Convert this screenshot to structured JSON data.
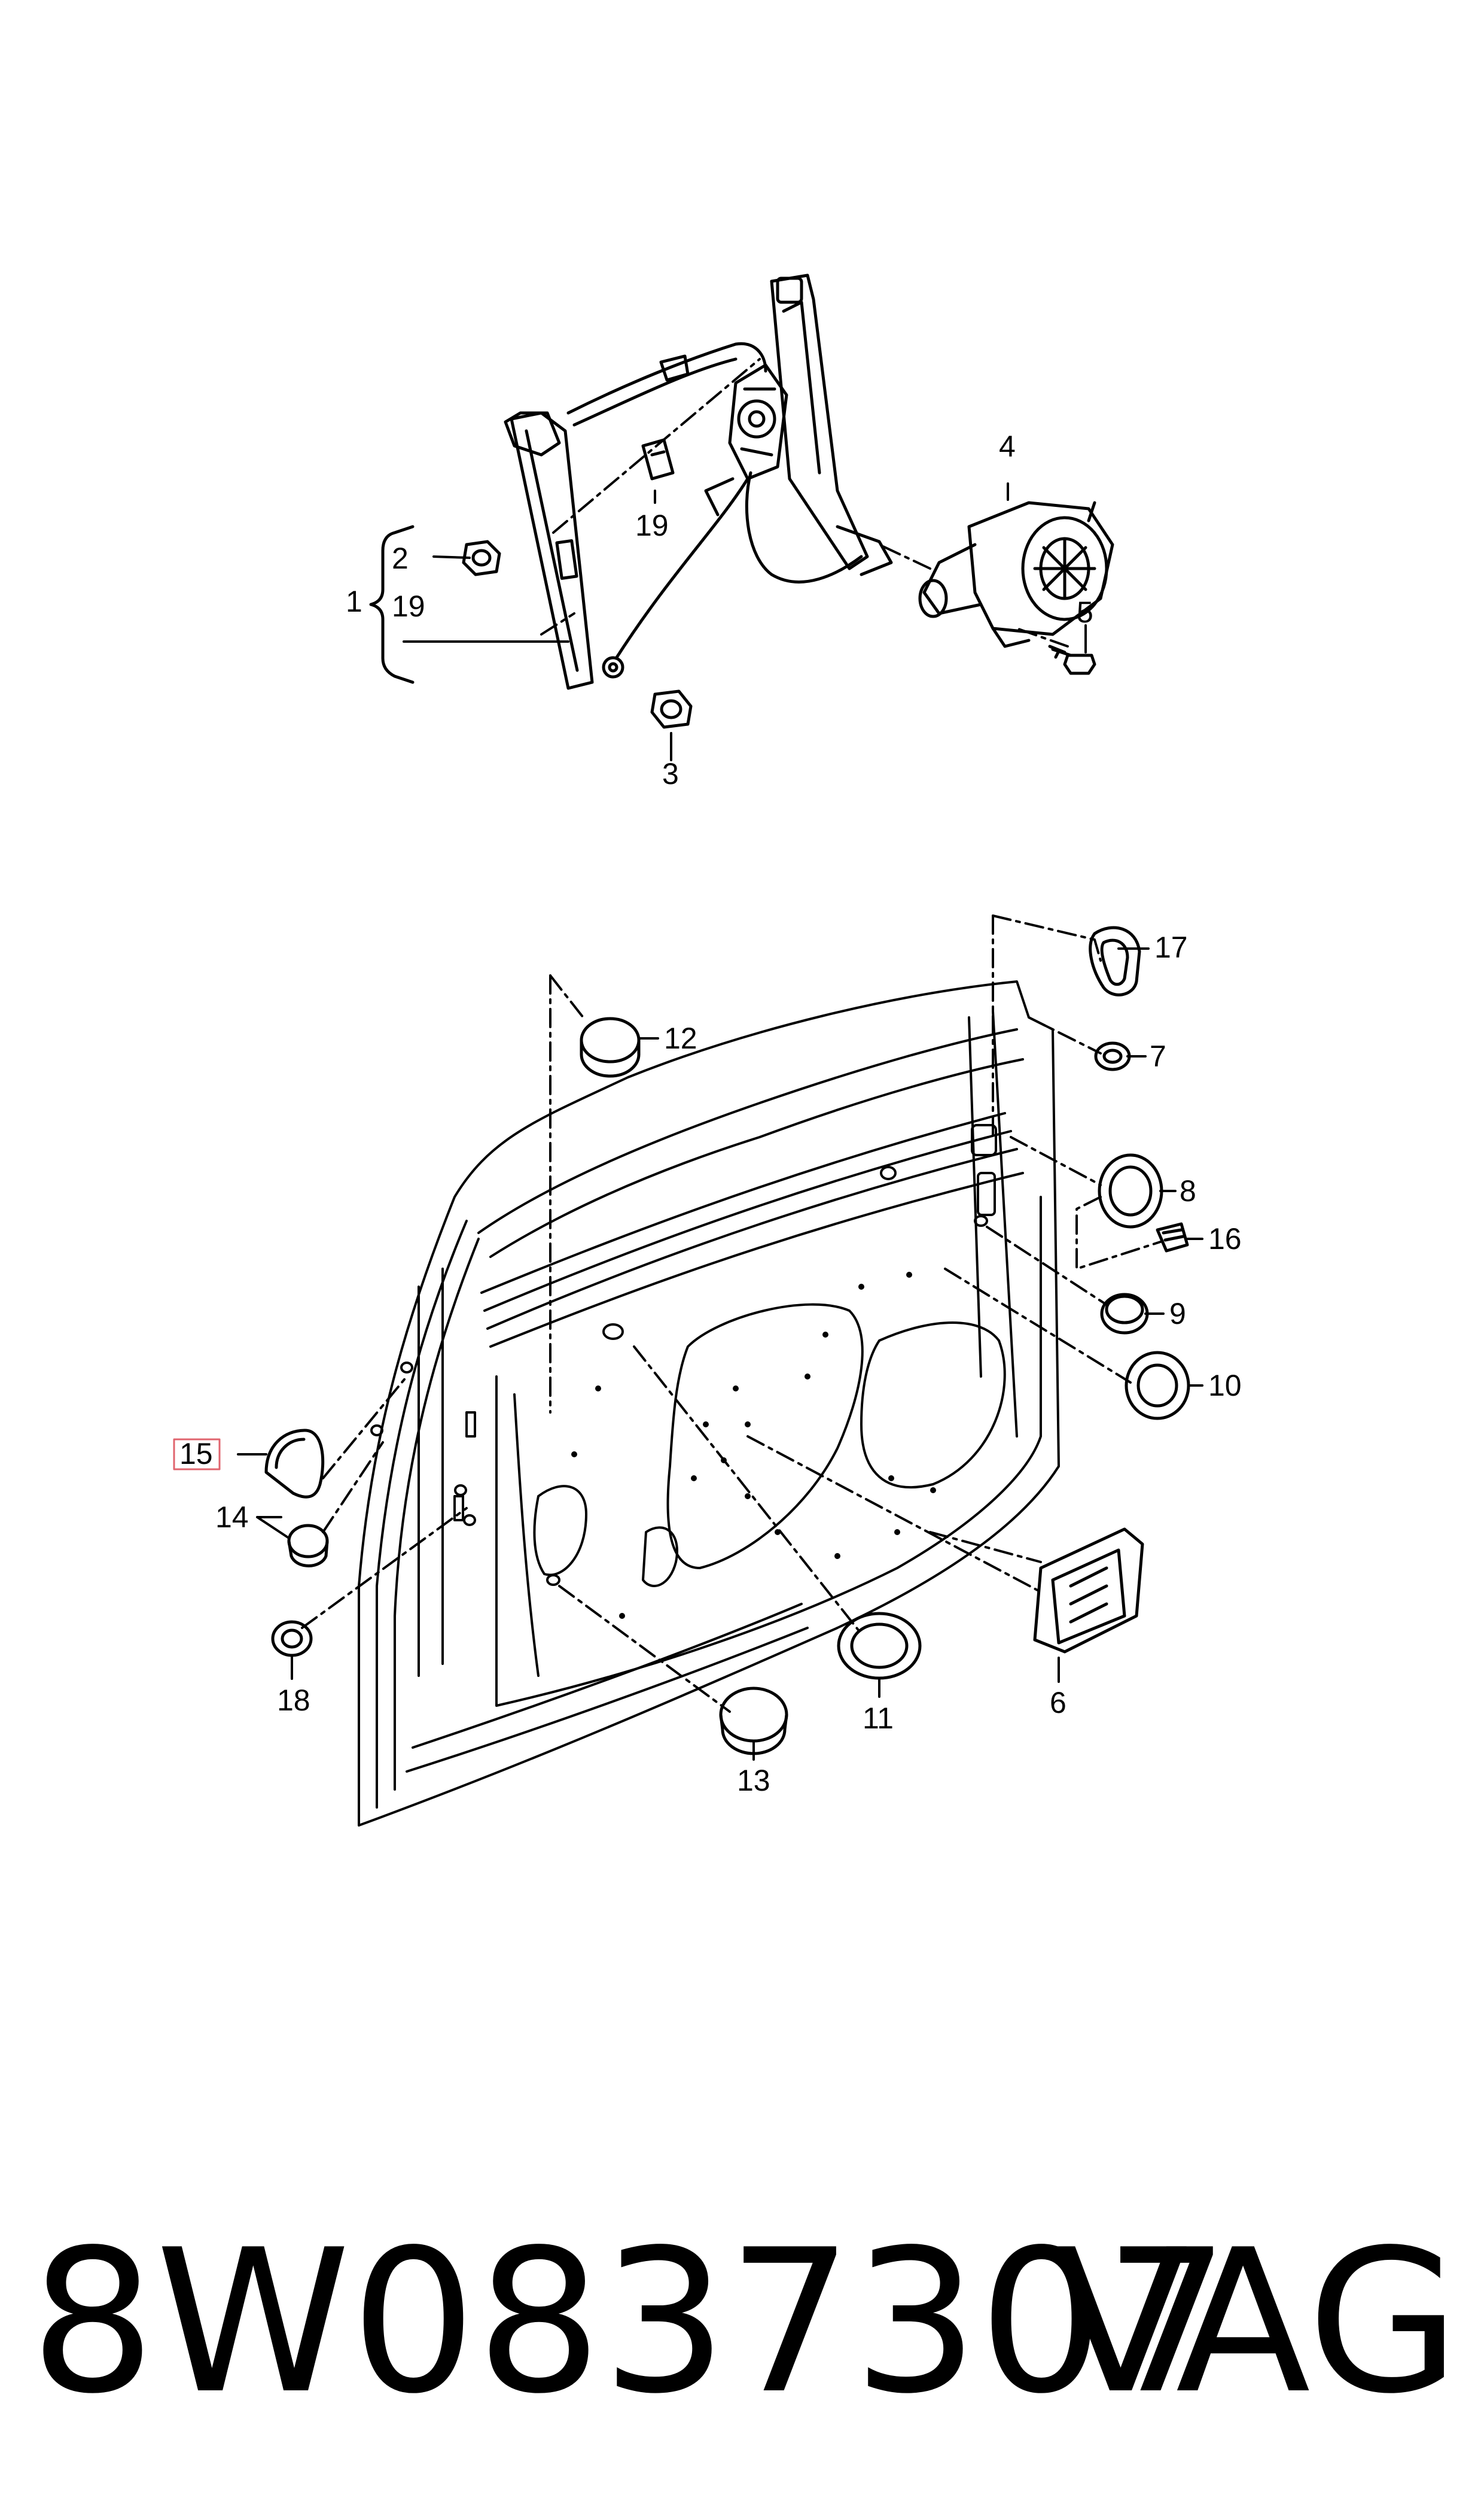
{
  "callouts": {
    "c1": "1",
    "c2": "2",
    "c3": "3",
    "c4": "4",
    "c5": "5",
    "c6": "6",
    "c7": "7",
    "c8": "8",
    "c9": "9",
    "c10": "10",
    "c11": "11",
    "c12": "12",
    "c13": "13",
    "c14": "14",
    "c15": "15",
    "c16": "16",
    "c17": "17",
    "c18": "18",
    "c19a": "19",
    "c19b": "19"
  },
  "highlight": {
    "callout": "15",
    "color": "#e0646e"
  },
  "footer": {
    "part_number": "8W0837307",
    "brand": "VAG"
  },
  "colors": {
    "line": "#000000",
    "background": "#ffffff"
  }
}
